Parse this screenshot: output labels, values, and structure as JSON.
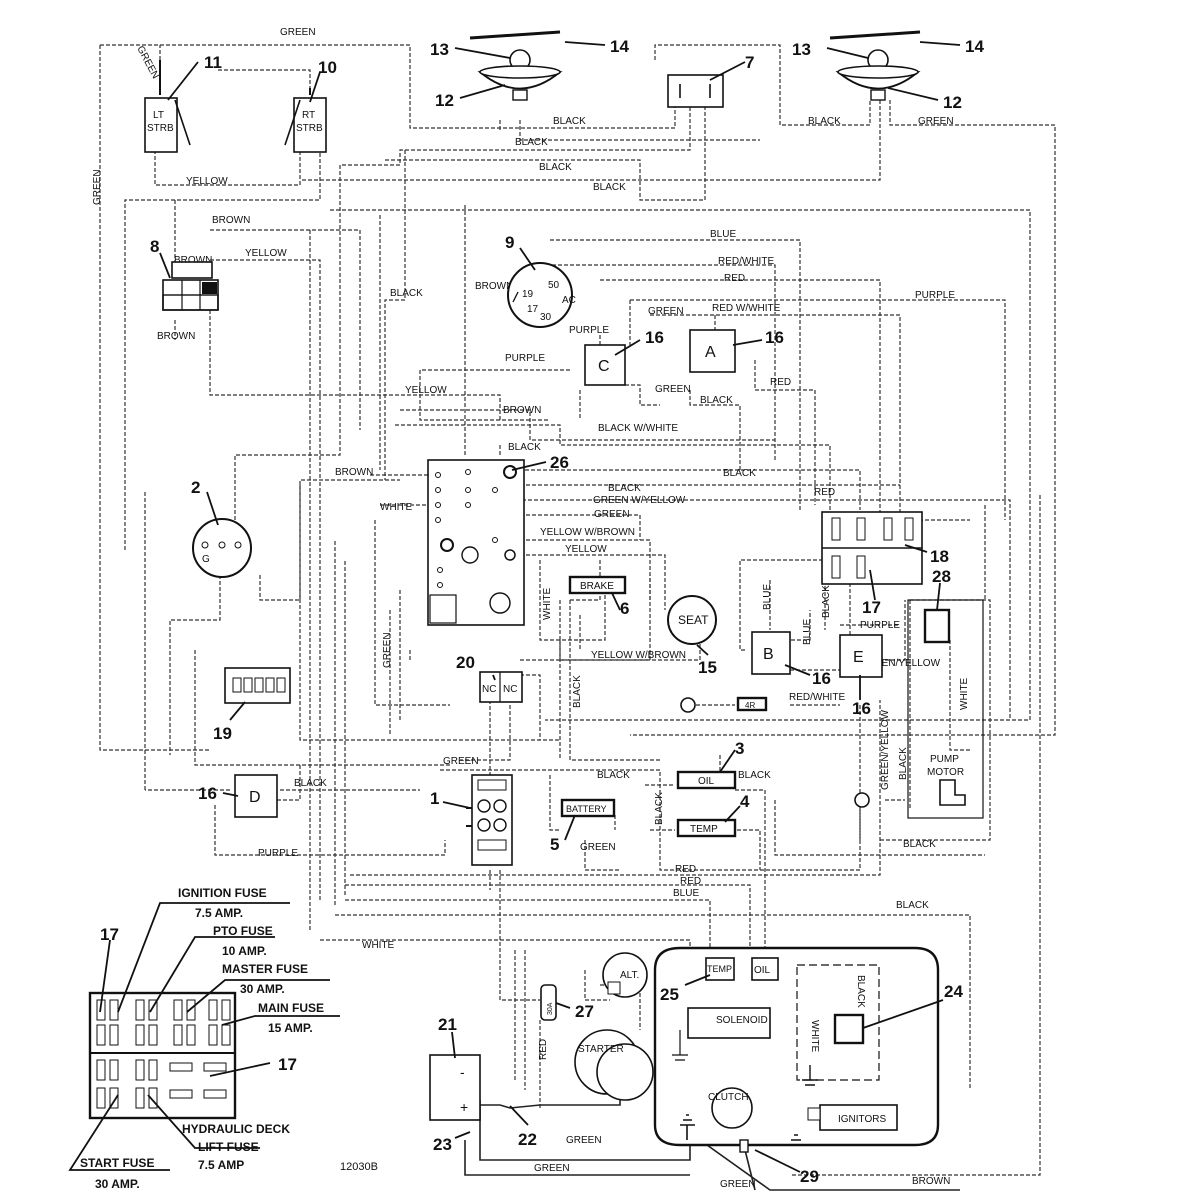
{
  "drawing_number": "12030B",
  "wire_labels": {
    "green": "GREEN",
    "black": "BLACK",
    "yellow": "YELLOW",
    "brown": "BROWN",
    "blue": "BLUE",
    "red": "RED",
    "red_white": "RED/WHITE",
    "red_w_white": "RED W/WHITE",
    "purple": "PURPLE",
    "white": "WHITE",
    "black_w_white": "BLACK W/WHITE",
    "green_w_yellow": "GREEN W/YELLOW",
    "yellow_w_brown": "YELLOW W/BROWN",
    "yellow_w_brown_slash": "YELLOW W/BROWN",
    "green_yellow": "GREEN/YELLOW"
  },
  "callouts": {
    "n1": "1",
    "n2": "2",
    "n3": "3",
    "n4": "4",
    "n5": "5",
    "n6": "6",
    "n7": "7",
    "n8": "8",
    "n9": "9",
    "n10": "10",
    "n11": "11",
    "n12": "12",
    "n13": "13",
    "n14": "14",
    "n15": "15",
    "n16": "16",
    "n17": "17",
    "n18": "18",
    "n19": "19",
    "n20": "20",
    "n21": "21",
    "n22": "22",
    "n23": "23",
    "n24": "24",
    "n25": "25",
    "n26": "26",
    "n27": "27",
    "n28": "28",
    "n29": "29"
  },
  "component_labels": {
    "lt_strb_1": "LT",
    "lt_strb_2": "STRB",
    "rt_strb_1": "RT",
    "rt_strb_2": "STRB",
    "brake": "BRAKE",
    "seat": "SEAT",
    "oil": "OIL",
    "temp": "TEMP",
    "battery": "BATTERY",
    "alt": "ALT.",
    "engine_temp": "TEMP",
    "engine_oil": "OIL",
    "solenoid": "SOLENOID",
    "starter": "STARTER",
    "clutch": "CLUTCH",
    "ignitors": "IGNITORS",
    "pump_motor_1": "PUMP",
    "pump_motor_2": "MOTOR",
    "relay_a": "A",
    "relay_b": "B",
    "relay_c": "C",
    "relay_d": "D",
    "relay_e": "E",
    "nc_1": "NC",
    "nc_2": "NC",
    "key_50": "50",
    "key_19": "19",
    "key_17": "17",
    "key_30": "30",
    "key_ac": "AC",
    "diode": "4R",
    "fuse_27": "30A",
    "ground_g": "G",
    "batt_minus": "-",
    "batt_plus": "+",
    "white_coil": "WHITE",
    "black_coil": "BLACK"
  },
  "fuse_legend": [
    {
      "name": "IGNITION FUSE",
      "rating": "7.5 AMP."
    },
    {
      "name": "PTO FUSE",
      "rating": "10 AMP."
    },
    {
      "name": "MASTER FUSE",
      "rating": "30 AMP."
    },
    {
      "name": "MAIN FUSE",
      "rating": "15 AMP."
    },
    {
      "name": "HYDRAULIC DECK",
      "rating": "LIFT FUSE"
    },
    {
      "name": "START FUSE",
      "rating": "30 AMP."
    }
  ],
  "fuse_extra": {
    "hydraulic_rating": "7.5 AMP"
  }
}
